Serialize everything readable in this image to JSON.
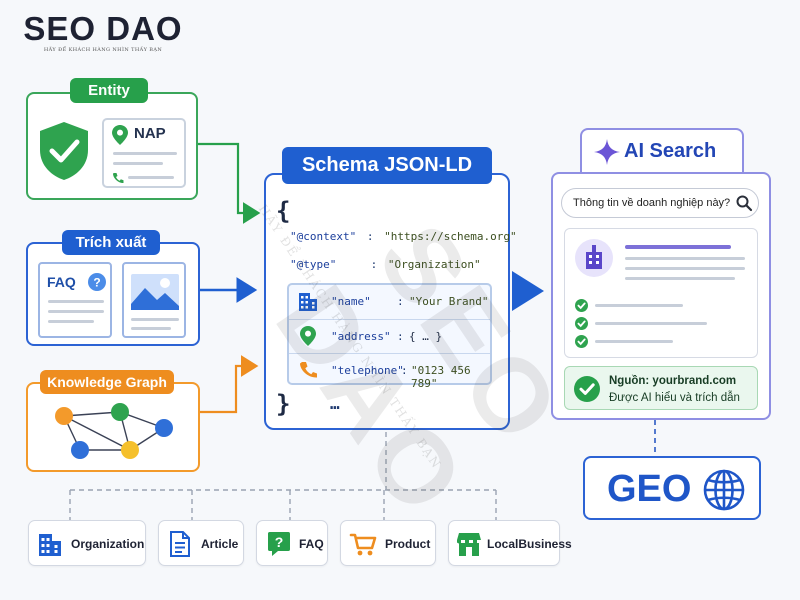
{
  "brand": {
    "name": "SEO DAO",
    "tagline": "HÃY ĐỂ KHÁCH HÀNG NHÌN THẤY BẠN"
  },
  "watermark": {
    "text": "SEO DAO",
    "tagline": "HÃY ĐỂ KHÁCH HÀNG NHÌN THẤY BẠN"
  },
  "entity": {
    "label": "Entity",
    "nap": "NAP"
  },
  "extract": {
    "label": "Trích xuất",
    "faq": "FAQ"
  },
  "knowledge_graph": {
    "label": "Knowledge Graph"
  },
  "schema": {
    "title": "Schema JSON-LD",
    "open_brace": "{",
    "close_brace": "}",
    "ellipsis": "…",
    "context_key": "\"@context\"",
    "context_val": "\"https://schema.org\"",
    "type_key": "\"@type\"",
    "type_val": "\"Organization\"",
    "colon": ":",
    "props": [
      {
        "key": "\"name\"",
        "val": "\"Your Brand\"",
        "icon": "building-icon"
      },
      {
        "key": "\"address\"",
        "val": "{ … }",
        "icon": "location-pin-icon"
      },
      {
        "key": "\"telephone\"",
        "val": "\"0123 456 789\"",
        "icon": "phone-icon"
      }
    ]
  },
  "ai_search": {
    "title": "AI Search",
    "query": "Thông tin về doanh nghiệp này?",
    "source_line1": "Nguồn: yourbrand.com",
    "source_line2": "Được AI hiểu và trích dẫn"
  },
  "geo": {
    "label": "GEO"
  },
  "types": [
    {
      "label": "Organization",
      "icon": "building-icon"
    },
    {
      "label": "Article",
      "icon": "document-icon"
    },
    {
      "label": "FAQ",
      "icon": "faq-icon"
    },
    {
      "label": "Product",
      "icon": "cart-icon"
    },
    {
      "label": "LocalBusiness",
      "icon": "store-icon"
    }
  ],
  "colors": {
    "green": "#27a04b",
    "blue": "#1f5fd0",
    "orange": "#ee8d1f",
    "purple": "#7b6fe0"
  }
}
